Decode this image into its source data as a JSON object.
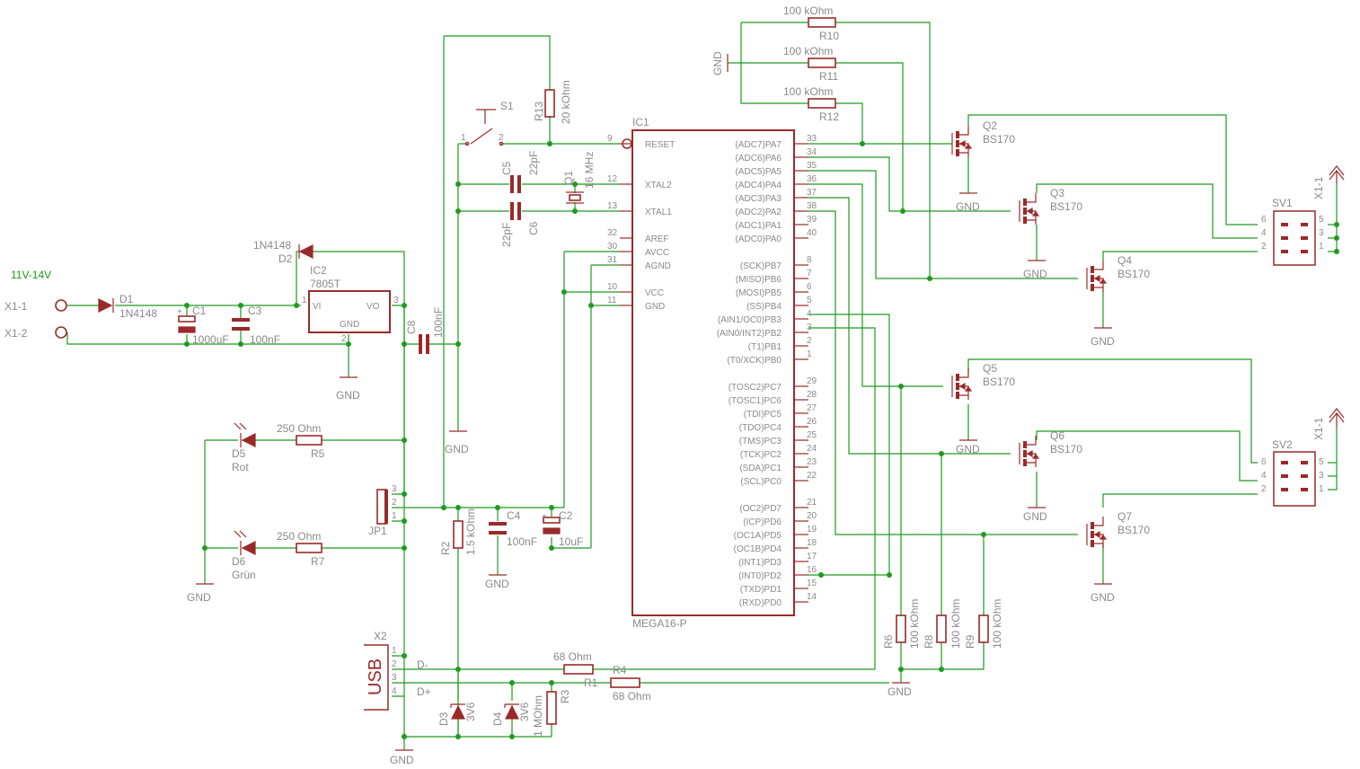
{
  "supply": {
    "voltage_label": "11V-14V",
    "x1_1": "X1-1",
    "x1_2": "X1-2"
  },
  "power": {
    "d1": {
      "name": "D1",
      "value": "1N4148"
    },
    "d2": {
      "name": "D2",
      "value": "1N4148"
    },
    "c1": {
      "name": "C1",
      "value": "1000uF"
    },
    "c3": {
      "name": "C3",
      "value": "100nF"
    },
    "ic2": {
      "name": "IC2",
      "value": "7805T",
      "vi": "VI",
      "vo": "VO",
      "gnd": "GND",
      "pin1": "1",
      "pin2": "2",
      "pin3": "3"
    },
    "c8": {
      "name": "C8",
      "value": "100nF"
    },
    "gnd": "GND"
  },
  "reset": {
    "s1": "S1",
    "s1_pin1": "1",
    "s1_pin2": "2",
    "r13": {
      "name": "R13",
      "value": "20 kOhm"
    }
  },
  "crystal": {
    "c5": {
      "name": "C5",
      "value": "22pF"
    },
    "c6": {
      "name": "C6",
      "value": "22pF"
    },
    "q1": {
      "name": "Q1",
      "value": "16 MHz"
    }
  },
  "leds": {
    "d5": {
      "name": "D5",
      "color": "Rot"
    },
    "d6": {
      "name": "D6",
      "color": "Grün"
    },
    "r5": {
      "name": "R5",
      "value": "250 Ohm"
    },
    "r7": {
      "name": "R7",
      "value": "250 Ohm"
    }
  },
  "jumper": {
    "name": "JP1",
    "pins": [
      "3",
      "2",
      "1"
    ]
  },
  "analog": {
    "r2": {
      "name": "R2",
      "value": "1.5 kOhm"
    },
    "c4": {
      "name": "C4",
      "value": "100nF"
    },
    "c2": {
      "name": "C2",
      "value": "10uF"
    }
  },
  "usb": {
    "name": "X2",
    "label": "USB",
    "pins": [
      "1",
      "2",
      "3",
      "4"
    ],
    "dminus": "D-",
    "dplus": "D+",
    "r4": {
      "name": "R4",
      "value": "68 Ohm"
    },
    "r1": {
      "name": "R1",
      "value": "68 Ohm"
    },
    "d3": {
      "name": "D3",
      "value": "3V6"
    },
    "d4": {
      "name": "D4",
      "value": "3V6"
    },
    "r3": {
      "name": "R3",
      "value": "1 MOhm"
    }
  },
  "mcu": {
    "name": "IC1",
    "part": "MEGA16-P",
    "left_pins": [
      {
        "num": "9",
        "name": "RESET"
      },
      {
        "num": "12",
        "name": "XTAL2"
      },
      {
        "num": "13",
        "name": "XTAL1"
      },
      {
        "num": "32",
        "name": "AREF"
      },
      {
        "num": "30",
        "name": "AVCC"
      },
      {
        "num": "31",
        "name": "AGND"
      },
      {
        "num": "10",
        "name": "VCC"
      },
      {
        "num": "11",
        "name": "GND"
      }
    ],
    "right_pins": [
      {
        "num": "33",
        "name": "(ADC7)PA7"
      },
      {
        "num": "34",
        "name": "(ADC6)PA6"
      },
      {
        "num": "35",
        "name": "(ADC5)PA5"
      },
      {
        "num": "36",
        "name": "(ADC4)PA4"
      },
      {
        "num": "37",
        "name": "(ADC3)PA3"
      },
      {
        "num": "38",
        "name": "(ADC2)PA2"
      },
      {
        "num": "39",
        "name": "(ADC1)PA1"
      },
      {
        "num": "40",
        "name": "(ADC0)PA0"
      },
      {
        "num": "8",
        "name": "(SCK)PB7"
      },
      {
        "num": "7",
        "name": "(MISO)PB6"
      },
      {
        "num": "6",
        "name": "(MOSI)PB5"
      },
      {
        "num": "5",
        "name": "(SS)PB4"
      },
      {
        "num": "4",
        "name": "(AIN1/OC0)PB3"
      },
      {
        "num": "3",
        "name": "(AIN0/INT2)PB2"
      },
      {
        "num": "2",
        "name": "(T1)PB1"
      },
      {
        "num": "1",
        "name": "(T0/XCK)PB0"
      },
      {
        "num": "29",
        "name": "(TOSC2)PC7"
      },
      {
        "num": "28",
        "name": "(TOSC1)PC6"
      },
      {
        "num": "27",
        "name": "(TDI)PC5"
      },
      {
        "num": "26",
        "name": "(TDO)PC4"
      },
      {
        "num": "25",
        "name": "(TMS)PC3"
      },
      {
        "num": "24",
        "name": "(TCK)PC2"
      },
      {
        "num": "23",
        "name": "(SDA)PC1"
      },
      {
        "num": "22",
        "name": "(SCL)PC0"
      },
      {
        "num": "21",
        "name": "(OC2)PD7"
      },
      {
        "num": "20",
        "name": "(ICP)PD6"
      },
      {
        "num": "19",
        "name": "(OC1A)PD5"
      },
      {
        "num": "18",
        "name": "(OC1B)PD4"
      },
      {
        "num": "17",
        "name": "(INT1)PD3"
      },
      {
        "num": "16",
        "name": "(INT0)PD2"
      },
      {
        "num": "15",
        "name": "(TXD)PD1"
      },
      {
        "num": "14",
        "name": "(RXD)PD0"
      }
    ]
  },
  "pulldowns": {
    "r10": {
      "name": "R10",
      "value": "100 kOhm"
    },
    "r11": {
      "name": "R11",
      "value": "100 kOhm"
    },
    "r12": {
      "name": "R12",
      "value": "100 kOhm"
    },
    "r6": {
      "name": "R6",
      "value": "100 kOhm"
    },
    "r8": {
      "name": "R8",
      "value": "100 kOhm"
    },
    "r9": {
      "name": "R9",
      "value": "100 kOhm"
    }
  },
  "mosfets": [
    {
      "name": "Q2",
      "value": "BS170"
    },
    {
      "name": "Q3",
      "value": "BS170"
    },
    {
      "name": "Q4",
      "value": "BS170"
    },
    {
      "name": "Q5",
      "value": "BS170"
    },
    {
      "name": "Q6",
      "value": "BS170"
    },
    {
      "name": "Q7",
      "value": "BS170"
    }
  ],
  "connectors": {
    "sv1": {
      "name": "SV1",
      "supply": "X1-1",
      "pins_left": [
        "6",
        "4",
        "2"
      ],
      "pins_right": [
        "5",
        "3",
        "1"
      ]
    },
    "sv2": {
      "name": "SV2",
      "supply": "X1-1",
      "pins_left": [
        "6",
        "4",
        "2"
      ],
      "pins_right": [
        "5",
        "3",
        "1"
      ]
    }
  },
  "colors": {
    "wire": "#1f9a1f",
    "part": "#9a2a2a",
    "text": "#8a8a8a",
    "label_green": "#1a9a1a"
  }
}
